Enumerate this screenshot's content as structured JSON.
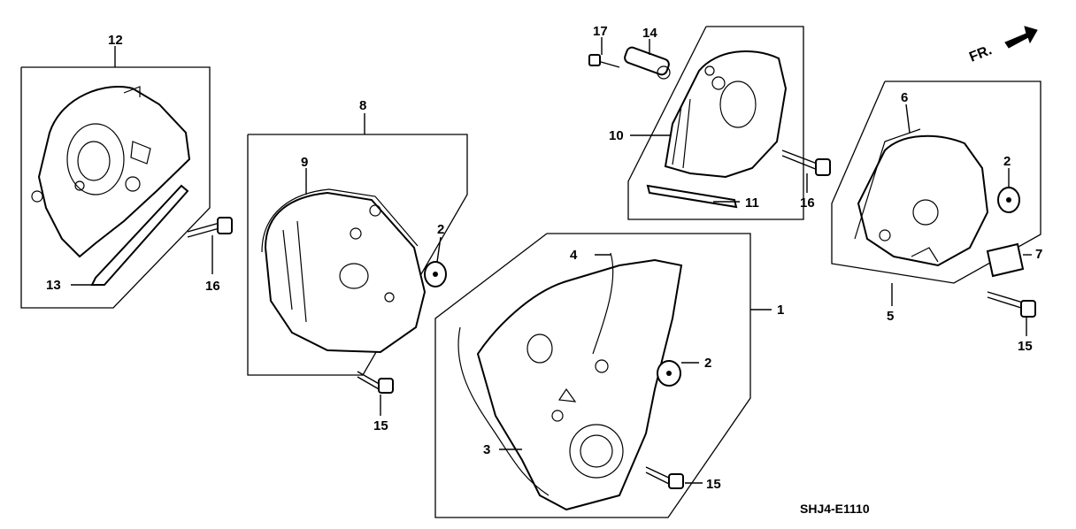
{
  "diagram": {
    "drawing_code": "SHJ4-E1110",
    "direction_label": "FR.",
    "callouts": [
      "1",
      "2",
      "2",
      "2",
      "3",
      "4",
      "5",
      "6",
      "7",
      "8",
      "9",
      "10",
      "11",
      "12",
      "13",
      "14",
      "15",
      "15",
      "15",
      "16",
      "16",
      "17"
    ]
  }
}
